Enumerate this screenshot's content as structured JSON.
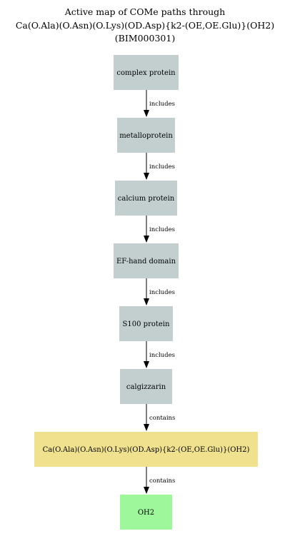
{
  "diagram": {
    "title_lines": [
      "Active map of COMe paths through",
      "Ca(O.Ala)(O.Asn)(O.Lys)(OD.Asp){k2-(OE,OE.Glu)}(OH2)",
      "(BIM000301)"
    ],
    "nodes": [
      {
        "id": "complex-protein",
        "label": "complex protein",
        "fill": "#c3cfcf"
      },
      {
        "id": "metalloprotein",
        "label": "metalloprotein",
        "fill": "#c3cfcf"
      },
      {
        "id": "calcium-protein",
        "label": "calcium protein",
        "fill": "#c3cfcf"
      },
      {
        "id": "ef-hand-domain",
        "label": "EF-hand domain",
        "fill": "#c3cfcf"
      },
      {
        "id": "s100-protein",
        "label": "S100 protein",
        "fill": "#c3cfcf"
      },
      {
        "id": "calgizzarin",
        "label": "calgizzarin",
        "fill": "#c3cfcf"
      },
      {
        "id": "calcium-complex",
        "label": "Ca(O.Ala)(O.Asn)(O.Lys)(OD.Asp){k2-(OE,OE.Glu)}(OH2)",
        "fill": "#f0e18e"
      },
      {
        "id": "oh2",
        "label": "OH2",
        "fill": "#9ef79a"
      }
    ],
    "edges": [
      {
        "from": "complex-protein",
        "to": "metalloprotein",
        "label": "includes"
      },
      {
        "from": "metalloprotein",
        "to": "calcium-protein",
        "label": "includes"
      },
      {
        "from": "calcium-protein",
        "to": "ef-hand-domain",
        "label": "includes"
      },
      {
        "from": "ef-hand-domain",
        "to": "s100-protein",
        "label": "includes"
      },
      {
        "from": "s100-protein",
        "to": "calgizzarin",
        "label": "includes"
      },
      {
        "from": "calgizzarin",
        "to": "calcium-complex",
        "label": "contains"
      },
      {
        "from": "calcium-complex",
        "to": "oh2",
        "label": "contains"
      }
    ]
  }
}
